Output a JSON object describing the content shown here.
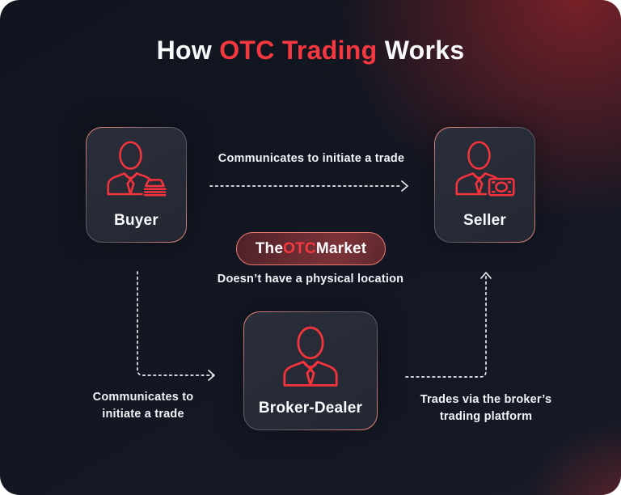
{
  "title": {
    "part1": "How ",
    "highlight": "OTC Trading",
    "part2": " Works"
  },
  "nodes": {
    "buyer": {
      "label": "Buyer"
    },
    "seller": {
      "label": "Seller"
    },
    "broker": {
      "label": "Broker-Dealer"
    }
  },
  "market": {
    "part1": "The ",
    "highlight": "OTC",
    "part2": " Market",
    "note": "Doesn’t have a physical location"
  },
  "edges": {
    "buyer_to_seller": {
      "label": "Communicates to initiate a trade",
      "direction": "right"
    },
    "buyer_to_broker": {
      "label_line1": "Communicates to",
      "label_line2": "initiate a trade",
      "direction": "down-then-right"
    },
    "broker_to_seller": {
      "label_line1": "Trades via the broker’s",
      "label_line2": "trading platform",
      "direction": "right-then-up"
    }
  },
  "colors": {
    "accent_red": "#f5383f",
    "icon_red": "#f5333c",
    "card_border_salmon": "#ef857a",
    "card_background": "#262b36",
    "pill_background": "#6d2d33",
    "background_navy": "#11151f",
    "glow_maroon": "#5e2329",
    "text_white": "#f7f8fa",
    "dash_line": "#e8eaee"
  }
}
